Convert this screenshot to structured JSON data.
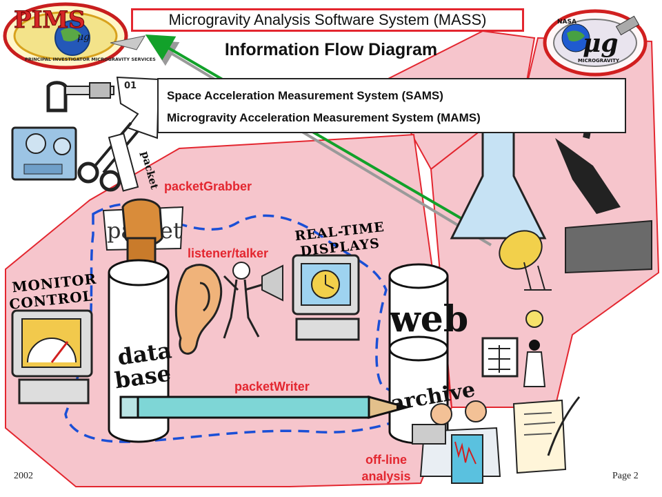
{
  "header": {
    "main_title": "Microgravity Analysis Software System (MASS)",
    "subtitle": "Information Flow Diagram"
  },
  "logos": {
    "left": "PIMS",
    "left_sub": "μg",
    "left_ring": "PRINCIPAL INVESTIGATOR MICROGRAVITY SERVICES",
    "right_top": "NASA",
    "right_main": "μg",
    "right_ring": "MICROGRAVITY"
  },
  "systems": {
    "sams": "Space Acceleration Measurement System (SAMS)",
    "mams": "Microgravity Acceleration Measurement System (MAMS)"
  },
  "components": {
    "packet_grabber": "packetGrabber",
    "listener_talker": "listener/talker",
    "packet_writer": "packetWriter",
    "offline_analysis_line1": "off-line",
    "offline_analysis_line2": "analysis"
  },
  "stamps": {
    "realtime_line1": "REAL-TIME",
    "realtime_line2": "DISPLAYS",
    "monitor_line1": "MONITOR",
    "monitor_line2": "CONTROL"
  },
  "artwork_text": {
    "packet_fist": "packet",
    "packet_scissors": "packet",
    "binary": "01",
    "database_line1": "data",
    "database_line2": "base",
    "web": "web",
    "archive": "archive"
  },
  "footer": {
    "year": "2002",
    "page": "Page 2"
  },
  "colors": {
    "region_fill": "#f6c5cc",
    "region_stroke": "#e3262f",
    "dashed_blue": "#1a4fd6",
    "title_border": "#e3262f",
    "label_red": "#e3262f",
    "arrow_green": "#12a12a",
    "arrow_gray": "#9a9a9a"
  }
}
